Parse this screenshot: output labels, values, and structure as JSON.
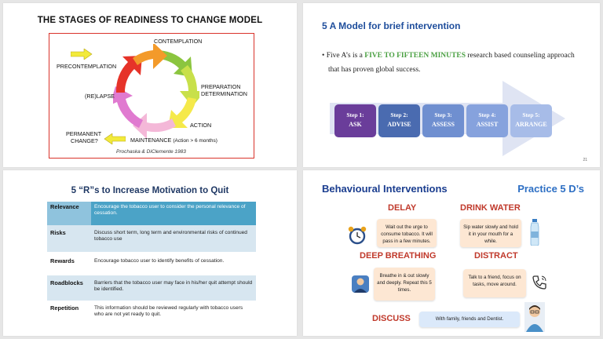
{
  "slide1": {
    "title": "THE STAGES OF READINESS TO CHANGE MODEL",
    "stages": {
      "contemplation": "CONTEMPLATION",
      "precontemplation": "PRECONTEMPLATION",
      "preparation": "PREPARATION",
      "determination": "DETERMINATION",
      "relapse": "(RE)LAPSE",
      "action": "ACTION",
      "permanent_change_1": "PERMANENT",
      "permanent_change_2": "CHANGE?",
      "maintenance": "MAINTENANCE",
      "maintenance_note": "(Action > 6 months)"
    },
    "citation": "Prochaska & DiClemente 1983"
  },
  "slide2": {
    "title": "5 A Model for brief intervention",
    "bullet_prefix": "Five A’s is a ",
    "bullet_highlight": "FIVE TO FIFTEEN MINUTES",
    "bullet_rest": " research based counseling approach",
    "bullet_line2": "that has proven global success.",
    "steps": [
      {
        "label": "Step 1:",
        "name": "ASK",
        "color": "#6a3d9a"
      },
      {
        "label": "Step 2:",
        "name": "ADVISE",
        "color": "#4a6bb0"
      },
      {
        "label": "Step 3:",
        "name": "ASSESS",
        "color": "#6f8fd0"
      },
      {
        "label": "Step 4:",
        "name": "ASSIST",
        "color": "#86a2dd"
      },
      {
        "label": "Step 5:",
        "name": "ARRANGE",
        "color": "#a7bce8"
      }
    ],
    "page_number": "21"
  },
  "slide3": {
    "title": "5 “R”s to Increase Motivation to Quit",
    "rows": [
      {
        "key": "Relevance",
        "text": "Encourage the tobacco user to consider the personal relevance of cessation."
      },
      {
        "key": "Risks",
        "text": "Discuss short term, long term and environmental risks of continued tobacco use"
      },
      {
        "key": "Rewards",
        "text": "Encourage tobacco user to identify benefits of cessation."
      },
      {
        "key": "Roadblocks",
        "text": "Barriers that the tobacco user may face in his/her quit attempt should be identified."
      },
      {
        "key": "Repetition",
        "text": "This information should be reviewed regularly with tobacco users who are not yet ready to quit."
      }
    ]
  },
  "slide4": {
    "title": "Behavioural Interventions",
    "subtitle": "Practice 5 D’s",
    "delay": {
      "head": "DELAY",
      "text": "Wait out the urge to consume tobacco. It will pass in a few minutes."
    },
    "drink": {
      "head": "DRINK WATER",
      "text": "Sip water slowly and hold it in your mouth for a while."
    },
    "breathing": {
      "head": "DEEP BREATHING",
      "text": "Breathe in & out slowly and deeply. Repeat this 5 times."
    },
    "distract": {
      "head": "DISTRACT",
      "text": "Talk to a friend, focus on tasks, move around."
    },
    "discuss": {
      "head": "DISCUSS",
      "text": "With family, friends and Dentist."
    }
  }
}
